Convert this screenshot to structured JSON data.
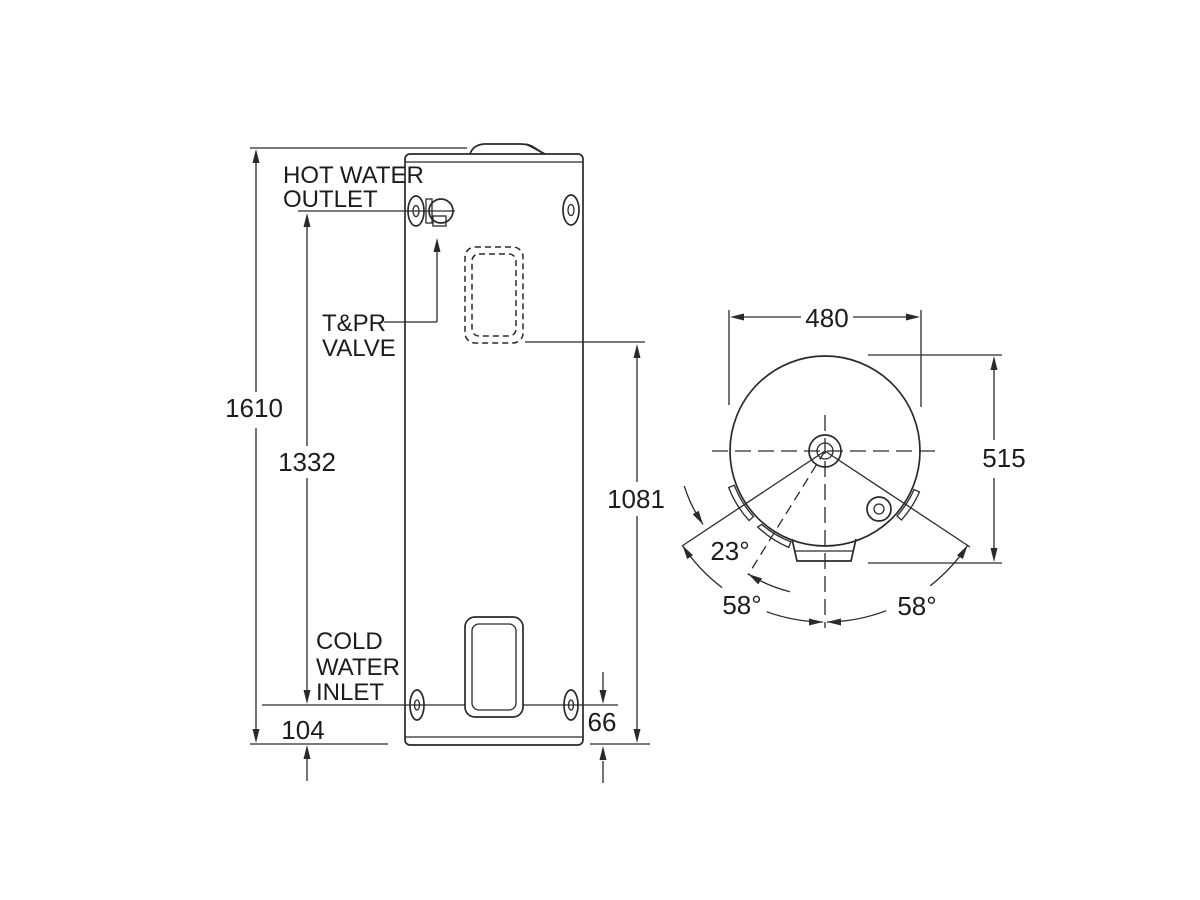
{
  "front_view": {
    "labels": {
      "hot_water_outlet": [
        "HOT WATER",
        "OUTLET"
      ],
      "tpr_valve": [
        "T&PR",
        "VALVE"
      ],
      "cold_water_inlet": [
        "COLD",
        "WATER",
        "INLET"
      ]
    },
    "dimensions": {
      "overall_height": "1610",
      "outlet_height": "1332",
      "panel_height": "1081",
      "inlet_height": "104",
      "stud_height": "66"
    }
  },
  "top_view": {
    "dimensions": {
      "diameter": "480",
      "overall_depth": "515",
      "tpr_angle": "23°",
      "left_foot_angle": "58°",
      "right_foot_angle": "58°"
    }
  }
}
